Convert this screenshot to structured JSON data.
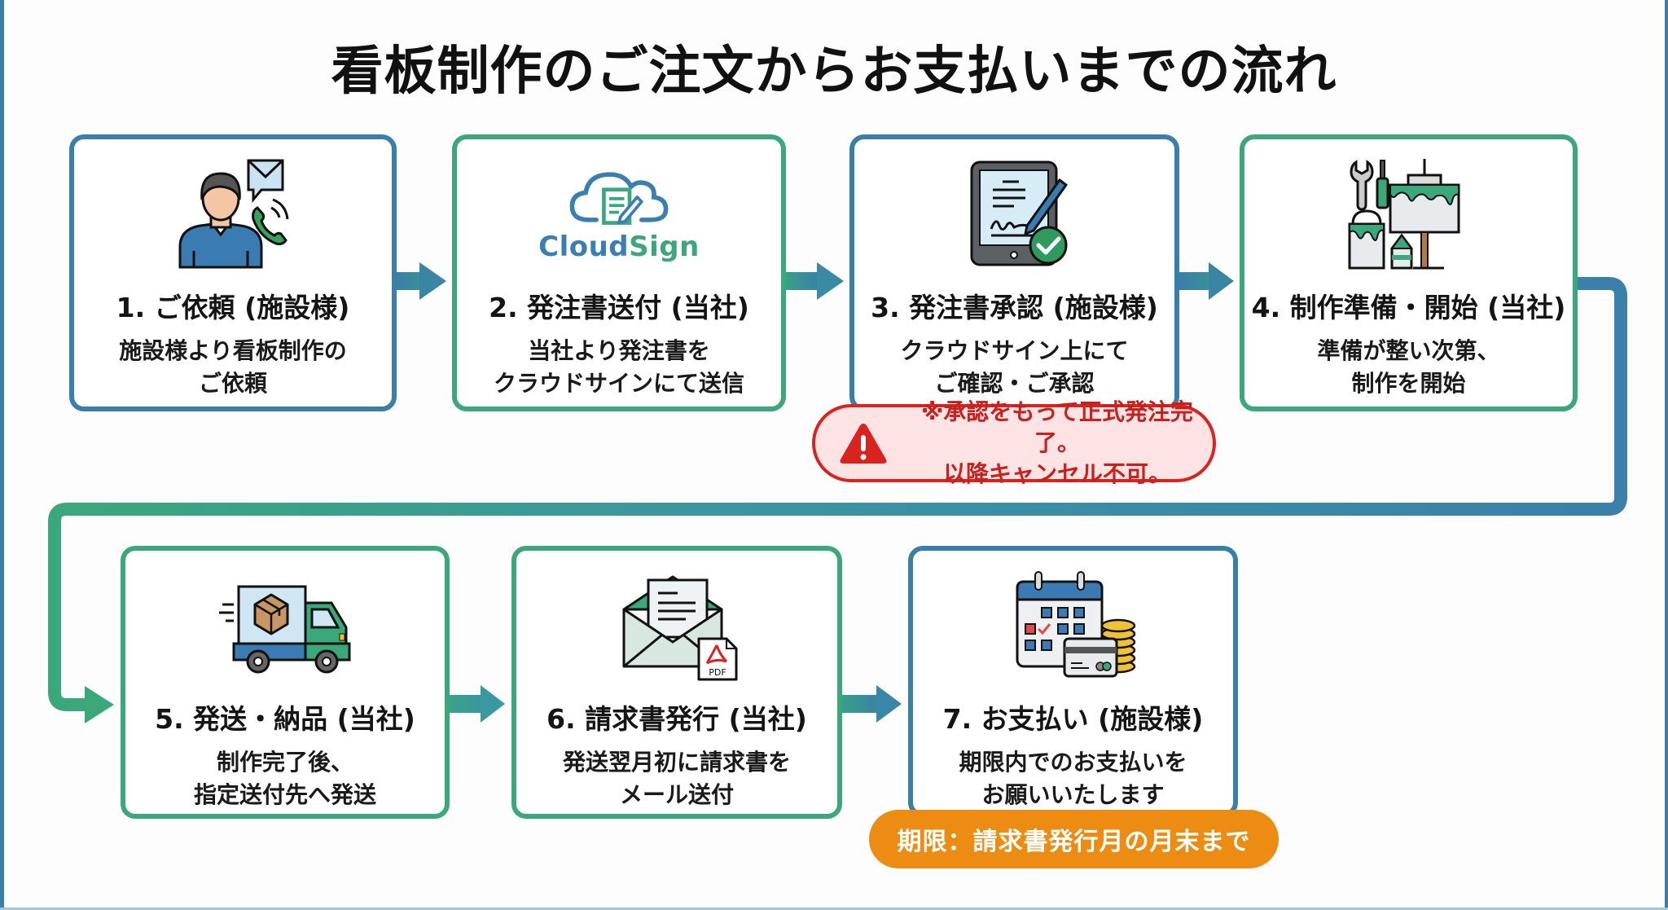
{
  "title": "看板制作のご注文からお支払いまでの流れ",
  "colors": {
    "blue": "#3a7faa",
    "green": "#3aa87a",
    "warning_red": "#d9231f",
    "warning_bg": "#fde3e3",
    "deadline_orange": "#ec8c12"
  },
  "steps": [
    {
      "number": "1",
      "title": "1. ご依頼 (施設様)",
      "description": "施設様より看板制作の\nご依頼",
      "icon": "person-contact-icon",
      "color": "blue"
    },
    {
      "number": "2",
      "title": "2. 発注書送付 (当社)",
      "description": "当社より発注書を\nクラウドサインにて送信",
      "icon": "cloudsign-logo-icon",
      "logo_text_1": "Cloud",
      "logo_text_2": "Sign",
      "color": "green"
    },
    {
      "number": "3",
      "title": "3. 発注書承認 (施設様)",
      "description": "クラウドサイン上にて\nご確認・ご承認",
      "icon": "tablet-signature-check-icon",
      "color": "blue"
    },
    {
      "number": "4",
      "title": "4. 制作準備・開始 (当社)",
      "description": "準備が整い次第、\n制作を開始",
      "icon": "tools-paint-sign-icon",
      "color": "green"
    },
    {
      "number": "5",
      "title": "5. 発送・納品 (当社)",
      "description": "制作完了後、\n指定送付先へ発送",
      "icon": "delivery-truck-icon",
      "color": "green"
    },
    {
      "number": "6",
      "title": "6. 請求書発行 (当社)",
      "description": "発送翌月初に請求書を\nメール送付",
      "icon": "envelope-pdf-icon",
      "pdf_label": "PDF",
      "color": "green"
    },
    {
      "number": "7",
      "title": "7. お支払い (施設様)",
      "description": "期限内でのお支払いを\nお願いいたします",
      "icon": "calendar-payment-icon",
      "color": "blue"
    }
  ],
  "warning": {
    "icon": "warning-triangle-icon",
    "text": "※承認をもって正式発注完了。\n以降キャンセル不可。"
  },
  "deadline": {
    "text": "期限：請求書発行月の月末まで"
  }
}
